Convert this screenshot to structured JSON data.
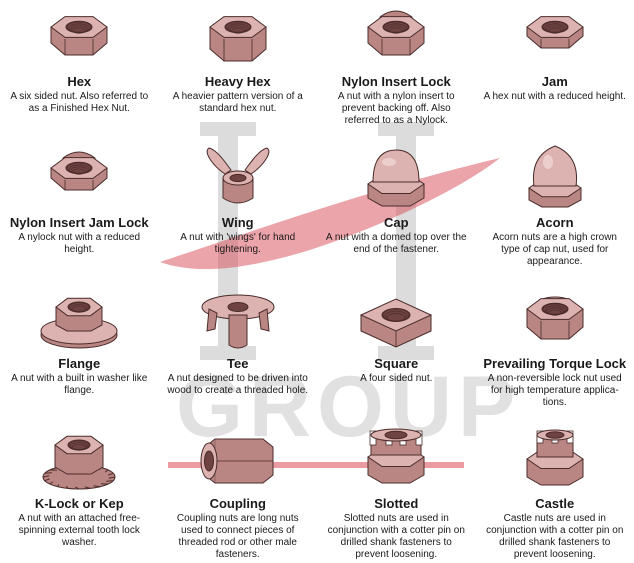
{
  "watermark": {
    "text": "GROUP"
  },
  "nuts": [
    {
      "icon": "hex-nut-icon",
      "name": "Hex",
      "desc": "A six sided nut.  Also referred to as a Finished Hex Nut."
    },
    {
      "icon": "heavy-hex-nut-icon",
      "name": "Heavy Hex",
      "desc": "A heavier pattern version of a standard hex nut."
    },
    {
      "icon": "nylon-insert-lock-nut-icon",
      "name": "Nylon Insert Lock",
      "desc": "A nut with a nylon insert to prevent backing off. Also referred to as a Nylock."
    },
    {
      "icon": "jam-nut-icon",
      "name": "Jam",
      "desc": "A hex nut with a reduced height."
    },
    {
      "icon": "nylon-insert-jam-lock-nut-icon",
      "name": "Nylon Insert Jam Lock",
      "desc": "A nylock nut with a reduced height."
    },
    {
      "icon": "wing-nut-icon",
      "name": "Wing",
      "desc": "A nut with 'wings' for hand tightening."
    },
    {
      "icon": "cap-nut-icon",
      "name": "Cap",
      "desc": "A nut with a domed top over the end of the fastener."
    },
    {
      "icon": "acorn-nut-icon",
      "name": "Acorn",
      "desc": "Acorn nuts are a high crown type of cap nut, used for appearance."
    },
    {
      "icon": "flange-nut-icon",
      "name": "Flange",
      "desc": "A nut with a built in washer like flange."
    },
    {
      "icon": "tee-nut-icon",
      "name": "Tee",
      "desc": "A nut designed to be driven into wood to create a threaded hole."
    },
    {
      "icon": "square-nut-icon",
      "name": "Square",
      "desc": "A four sided nut."
    },
    {
      "icon": "prevailing-torque-lock-nut-icon",
      "name": "Prevailing Torque Lock",
      "desc": "A non-reversible lock nut used for high temperature applica-tions."
    },
    {
      "icon": "k-lock-nut-icon",
      "name": "K-Lock or Kep",
      "desc": "A nut with an attached free-spinning external tooth lock washer."
    },
    {
      "icon": "coupling-nut-icon",
      "name": "Coupling",
      "desc": "Coupling nuts are long nuts used to connect pieces of threaded rod or other male fasteners."
    },
    {
      "icon": "slotted-nut-icon",
      "name": "Slotted",
      "desc": "Slotted nuts are used in conjunction with a cotter pin on drilled shank fasteners to prevent loosening."
    },
    {
      "icon": "castle-nut-icon",
      "name": "Castle",
      "desc": "Castle nuts are used in conjunction with a cotter pin on drilled shank fasteners to prevent loosening."
    }
  ]
}
